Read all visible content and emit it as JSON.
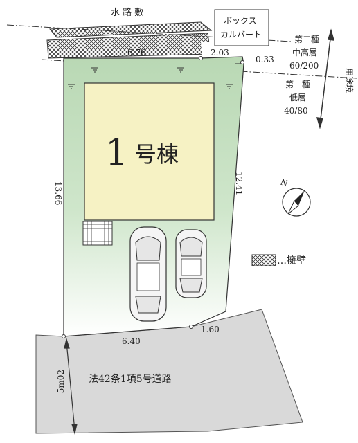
{
  "labels": {
    "waterway": "水 路 敷",
    "box_carport_line1": "ボックス",
    "box_carport_line2": "カルバート",
    "building": "号棟",
    "building_number": "1",
    "road": "法42条1項5号道路",
    "retaining_wall_legend": "…擁壁",
    "zone_boundary": "用途境",
    "zone_upper_line1": "第二種",
    "zone_upper_line2": "中高層",
    "zone_upper_ratio": "60/200",
    "zone_lower_line1": "第一種",
    "zone_lower_line2": "低層",
    "zone_lower_ratio": "40/80",
    "north_mark": "N"
  },
  "dimensions": {
    "top_left": "6.76",
    "top_mid": "2.03",
    "top_right": "0.33",
    "left_side": "13.66",
    "right_side": "12.41",
    "bottom_left": "6.40",
    "bottom_right": "1.60",
    "road_width": "5m02"
  },
  "colors": {
    "lot_green": "#b9d8b4",
    "building_yellow": "#f6f2c4",
    "road_gray": "#d9d9d9",
    "hatch": "#333333"
  }
}
